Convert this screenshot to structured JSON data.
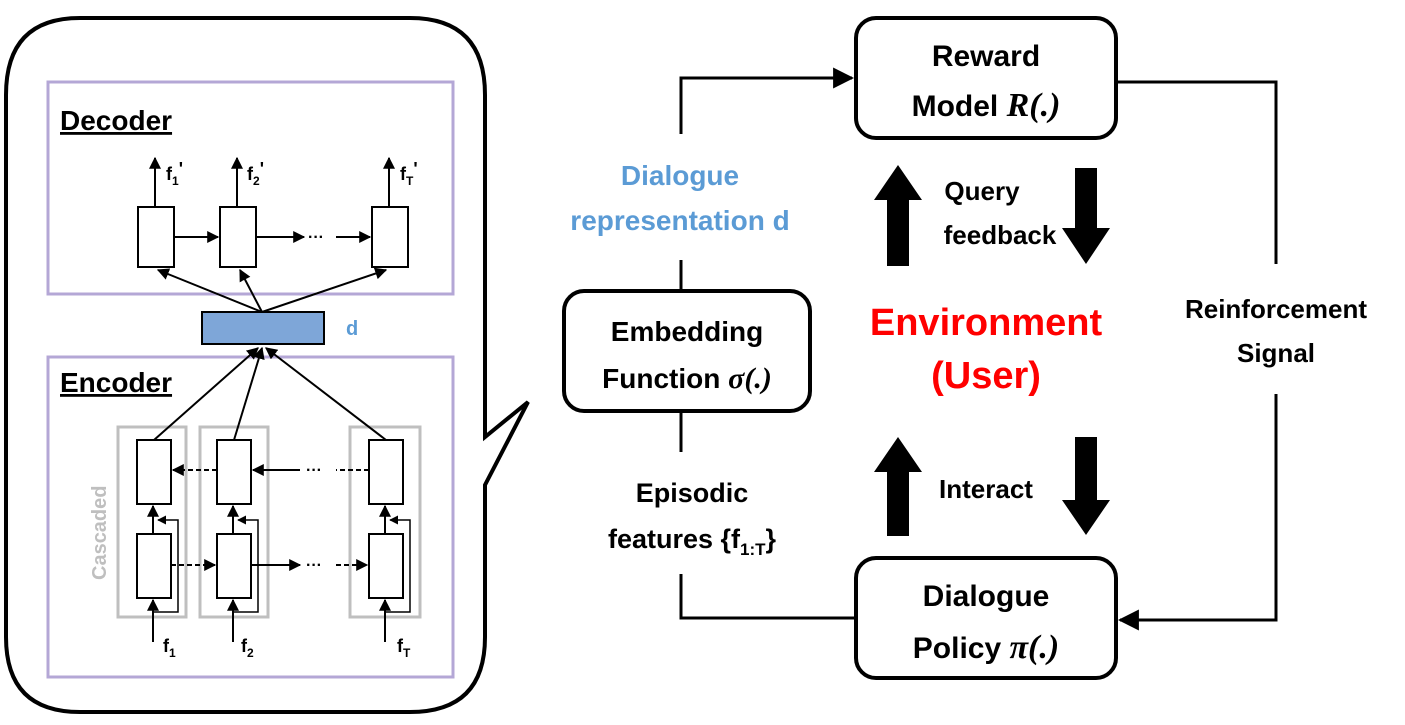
{
  "encoder_panel": {
    "decoder_title": "Decoder",
    "encoder_title": "Encoder",
    "cascaded_label": "Cascaded",
    "d_label": "d",
    "outputs": [
      {
        "base": "f",
        "sub": "1",
        "sup": "'"
      },
      {
        "base": "f",
        "sub": "2",
        "sup": "'"
      },
      {
        "base": "f",
        "sub": "T",
        "sup": "'"
      }
    ],
    "inputs": [
      {
        "base": "f",
        "sub": "1"
      },
      {
        "base": "f",
        "sub": "2"
      },
      {
        "base": "f",
        "sub": "T"
      }
    ],
    "ellipsis": "···"
  },
  "flow": {
    "reward_model": {
      "line1": "Reward",
      "line2_text": "Model ",
      "line2_math": "R(.)"
    },
    "embedding_function": {
      "line1": "Embedding",
      "line2_text": "Function ",
      "line2_math": "σ(.)"
    },
    "dialogue_policy": {
      "line1": "Dialogue",
      "line2_text": "Policy ",
      "line2_math": "π(.)"
    },
    "environment": {
      "line1": "Environment",
      "line2": "(User)"
    },
    "dialogue_representation": {
      "line1": "Dialogue",
      "line2": "representation d"
    },
    "query_feedback": {
      "line1": "Query",
      "line2": "feedback"
    },
    "reinforcement_signal": {
      "line1": "Reinforcement",
      "line2": "Signal"
    },
    "interact": "Interact",
    "episodic_features": {
      "line1": "Episodic",
      "line2_text": "features {f",
      "line2_sub": "1:T",
      "line2_end": "}"
    }
  },
  "colors": {
    "accent_blue": "#5b9bd5",
    "environment_red": "#ff0000",
    "panel_purple": "#b4a7d6",
    "cascade_gray": "#bfbfbf",
    "d_box_fill": "#7ea6d8"
  }
}
